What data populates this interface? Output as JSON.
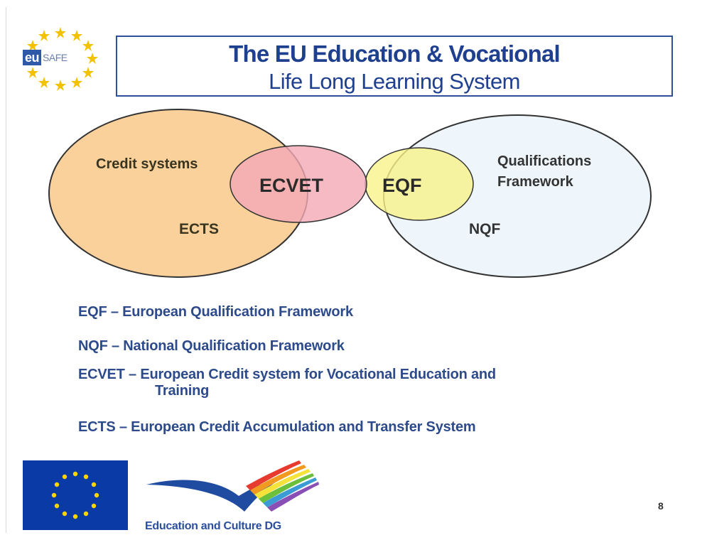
{
  "logo": {
    "eu_text": "eu",
    "safe_text": "SAFE"
  },
  "title": {
    "line1": "The EU Education & Vocational",
    "line2": "Life Long Learning System"
  },
  "venn": {
    "credit_systems": "Credit systems",
    "ects": "ECTS",
    "ecvet": "ECVET",
    "eqf": "EQF",
    "qualifications_line1": "Qualifications",
    "qualifications_line2": "Framework",
    "nqf": "NQF"
  },
  "definitions": [
    {
      "text": "EQF – European Qualification Framework"
    },
    {
      "text": "NQF – National Qualification Framework"
    },
    {
      "line1": "ECVET – European Credit system for Vocational Education and",
      "line2": "Training"
    },
    {
      "text": "ECTS – European Credit Accumulation and Transfer System"
    }
  ],
  "footer": {
    "dg_text": "Education and Culture DG",
    "page_number": "8"
  },
  "colors": {
    "title_blue": "#1f3f8f",
    "credit_fill": "#f9c98a",
    "ecvet_fill": "#f4a9b6",
    "eqf_fill": "#f7f28a",
    "nqf_fill": "#eef6fb",
    "def_text": "#2d4a8a",
    "eu_flag": "#0a3aa5"
  }
}
